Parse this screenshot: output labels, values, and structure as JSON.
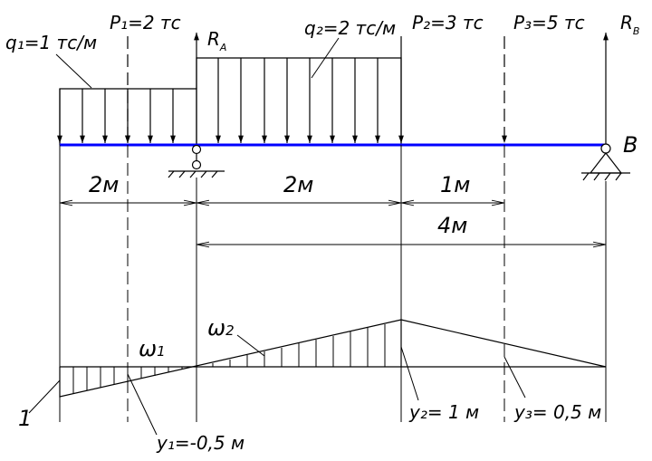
{
  "loads": {
    "q1": "q₁=1 тс/м",
    "q2": "q₂=2 тс/м",
    "p1": "P₁=2 тс",
    "p2": "P₂=3 тс",
    "p3": "P₃=5 тс"
  },
  "reactions": {
    "ra_main": "R",
    "ra_sub": "A",
    "rb_main": "R",
    "rb_sub": "B"
  },
  "support_b": "B",
  "dimensions": {
    "d1": "2м",
    "d2": "2м",
    "d3": "1м",
    "d4": "4м"
  },
  "influence_line": {
    "omega1_main": "ω",
    "omega1_sub": "1",
    "omega2_main": "ω",
    "omega2_sub": "2",
    "ordinate_marker": "1",
    "y1": "y₁=-0,5 м",
    "y2": "y₂= 1 м",
    "y3": "y₃= 0,5 м"
  },
  "colors": {
    "beam": "#0000ff",
    "lines": "#000000"
  }
}
